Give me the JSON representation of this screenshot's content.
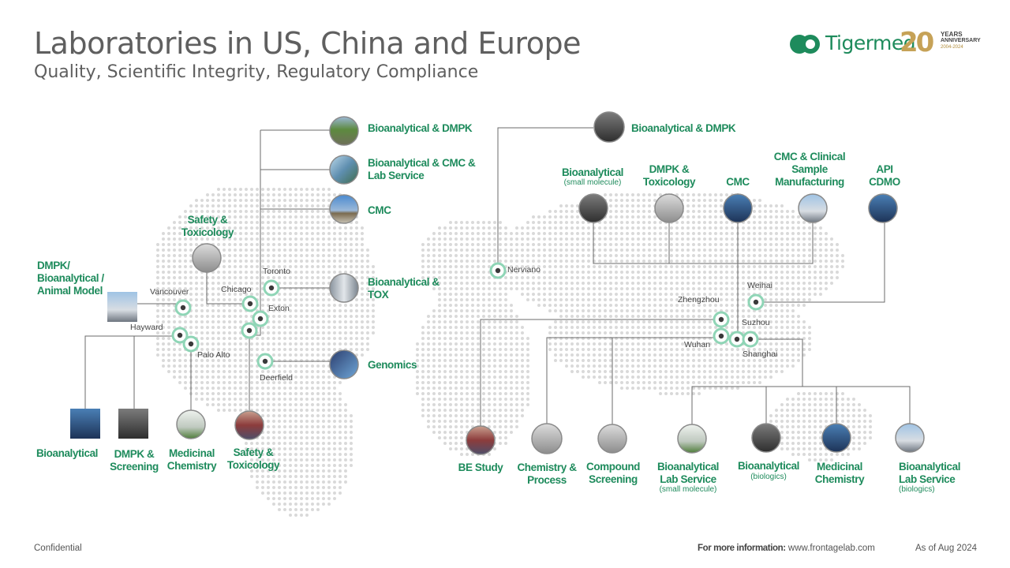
{
  "title": "Laboratories in US, China and Europe",
  "subtitle": "Quality, Scientific Integrity, Regulatory Compliance",
  "logo": {
    "brand": "Tigermed",
    "anniversary_number": "20",
    "years": "YEARS",
    "anniversary": "ANNIVERSARY",
    "period": "2004-2024"
  },
  "colors": {
    "accent_green": "#1e8b5c",
    "node_ring": "#8fd5b6",
    "line_gray": "#6b6b6b",
    "map_dots": "#d9d9d9"
  },
  "us": {
    "top_labs": [
      {
        "name": "Bioanalytical & DMPK"
      },
      {
        "name": "Bioanalytical & CMC & Lab Service"
      },
      {
        "name": "CMC"
      },
      {
        "name": "Bioanalytical & TOX"
      },
      {
        "name": "Genomics"
      }
    ],
    "safety_tox_top": "Safety & Toxicology",
    "dmpk_animal": "DMPK/ Bioanalytical / Animal Model",
    "bottom_labs": [
      {
        "name": "Bioanalytical"
      },
      {
        "name": "DMPK & Screening"
      },
      {
        "name": "Medicinal Chemistry"
      },
      {
        "name": "Safety & Toxicology"
      }
    ],
    "cities": {
      "toronto": "Toronto",
      "chicago": "Chicago",
      "exton": "Exton",
      "vancouver": "Vancouver",
      "hayward": "Hayward",
      "palo_alto": "Palo Alto",
      "deerfield": "Deerfield"
    }
  },
  "europe": {
    "lab": "Bioanalytical & DMPK",
    "city": "Nerviano"
  },
  "china": {
    "top_labs": [
      {
        "name": "Bioanalytical",
        "note": "(small molecule)"
      },
      {
        "name": "DMPK & Toxicology",
        "note": ""
      },
      {
        "name": "CMC",
        "note": ""
      },
      {
        "name": "CMC & Clinical Sample Manufacturing",
        "note": ""
      },
      {
        "name": "API CDMO",
        "note": ""
      }
    ],
    "bottom_labs": [
      {
        "name": "BE Study",
        "note": ""
      },
      {
        "name": "Chemistry & Process",
        "note": ""
      },
      {
        "name": "Compound Screening",
        "note": ""
      },
      {
        "name": "Bioanalytical Lab Service",
        "note": "(small molecule)"
      },
      {
        "name": "Bioanalytical",
        "note": "(biologics)"
      },
      {
        "name": "Medicinal Chemistry",
        "note": ""
      },
      {
        "name": "Bioanalytical Lab Service",
        "note": "(biologics)"
      }
    ],
    "cities": {
      "weihai": "Weihai",
      "zhengzhou": "Zhengzhou",
      "suzhou": "Suzhou",
      "wuhan": "Wuhan",
      "shanghai": "Shanghai"
    }
  },
  "footer": {
    "left": "Confidential",
    "info_label": "For more information:",
    "url": "www.frontagelab.com",
    "date": "As of Aug 2024"
  }
}
